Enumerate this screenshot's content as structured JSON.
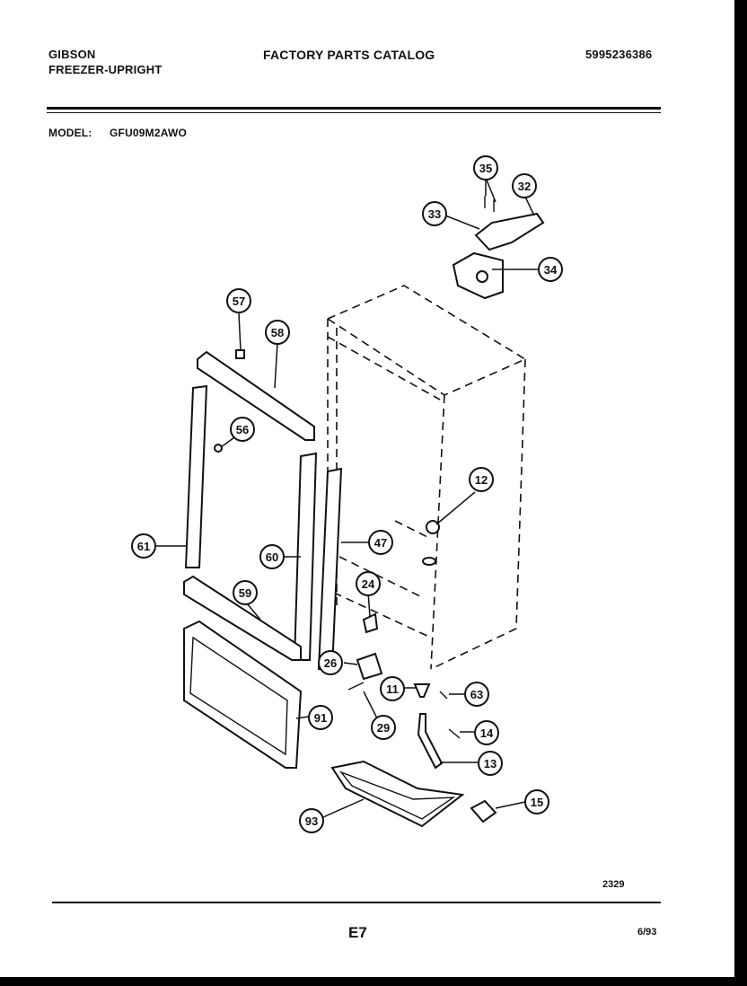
{
  "header": {
    "brand": "GIBSON",
    "product_line": "FREEZER-UPRIGHT",
    "catalog_title": "FACTORY PARTS CATALOG",
    "catalog_number": "5995236386",
    "model_label": "MODEL:",
    "model_number": "GFU09M2AWO"
  },
  "diagram": {
    "callouts": [
      "35",
      "32",
      "33",
      "34",
      "57",
      "58",
      "56",
      "12",
      "61",
      "60",
      "47",
      "24",
      "59",
      "26",
      "11",
      "63",
      "91",
      "29",
      "14",
      "13",
      "93",
      "15"
    ],
    "drawing_number": "2329"
  },
  "footer": {
    "page_code": "E7",
    "date": "6/93"
  }
}
